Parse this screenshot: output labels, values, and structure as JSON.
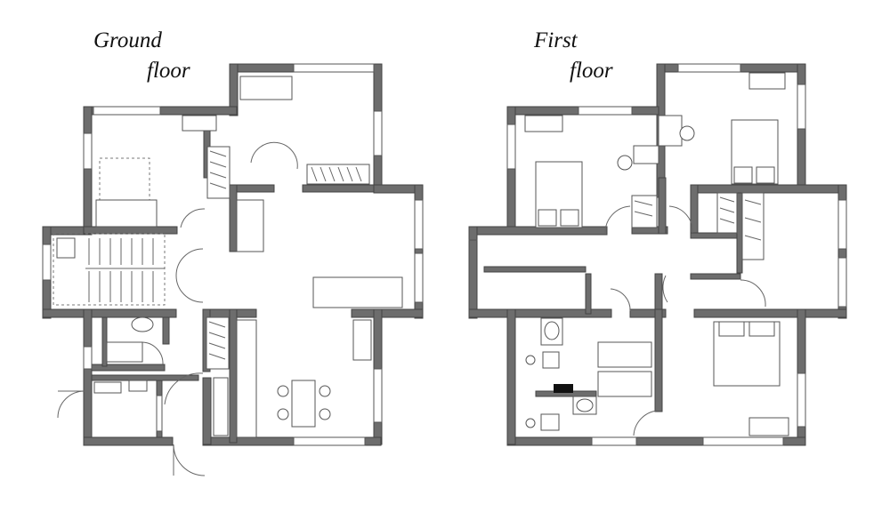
{
  "titles": {
    "ground_line1": "Ground",
    "ground_line2": "floor",
    "first_line1": "First",
    "first_line2": "floor"
  },
  "colors": {
    "wall": "#6d6d6d",
    "line": "#555555",
    "background": "#ffffff"
  }
}
